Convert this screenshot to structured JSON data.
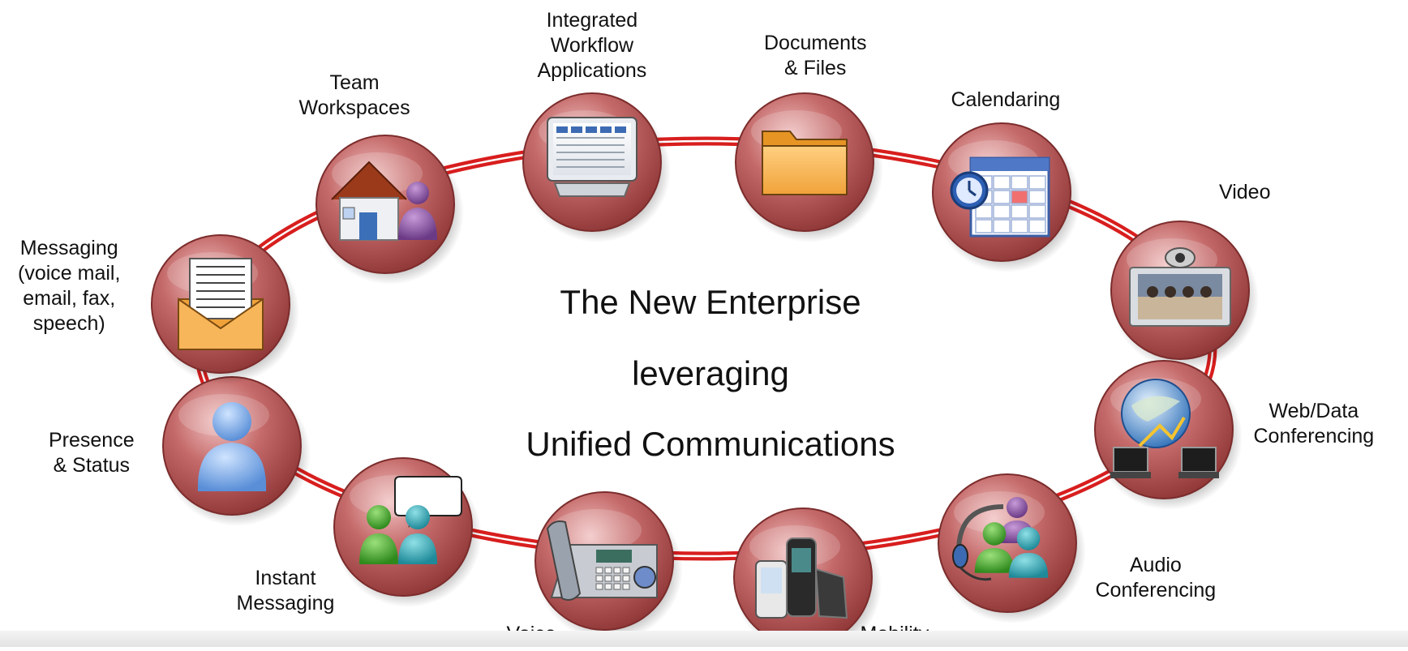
{
  "center": {
    "line1": "The New Enterprise",
    "line2": "leveraging",
    "line3": "Unified Communications"
  },
  "nodes": [
    {
      "id": "integrated-workflow",
      "icon": "monitor-icon",
      "label": [
        "Integrated",
        "Workflow",
        "Applications"
      ]
    },
    {
      "id": "documents-files",
      "icon": "folder-icon",
      "label": [
        "Documents",
        "& Files"
      ]
    },
    {
      "id": "calendaring",
      "icon": "calendar-icon",
      "label": [
        "Calendaring"
      ]
    },
    {
      "id": "video",
      "icon": "video-conference-icon",
      "label": [
        "Video"
      ]
    },
    {
      "id": "web-data-conferencing",
      "icon": "globe-computers-icon",
      "label": [
        "Web/Data",
        "Conferencing"
      ]
    },
    {
      "id": "audio-conferencing",
      "icon": "headset-group-icon",
      "label": [
        "Audio",
        "Conferencing"
      ]
    },
    {
      "id": "mobility",
      "icon": "mobile-devices-icon",
      "label": [
        "Mobility"
      ]
    },
    {
      "id": "voice",
      "icon": "desk-phone-icon",
      "label": [
        "Voice"
      ]
    },
    {
      "id": "instant-messaging",
      "icon": "chat-users-icon",
      "label": [
        "Instant",
        "Messaging"
      ]
    },
    {
      "id": "presence-status",
      "icon": "person-icon",
      "label": [
        "Presence",
        "& Status"
      ]
    },
    {
      "id": "messaging",
      "icon": "envelope-icon",
      "label": [
        "Messaging",
        "(voice mail,",
        "email, fax,",
        "speech)"
      ]
    },
    {
      "id": "team-workspaces",
      "icon": "house-person-icon",
      "label": [
        "Team",
        "Workspaces"
      ]
    }
  ],
  "colors": {
    "ring": "#d81e1e",
    "disc": "#b25454",
    "disc_light": "#e3a3a3"
  }
}
